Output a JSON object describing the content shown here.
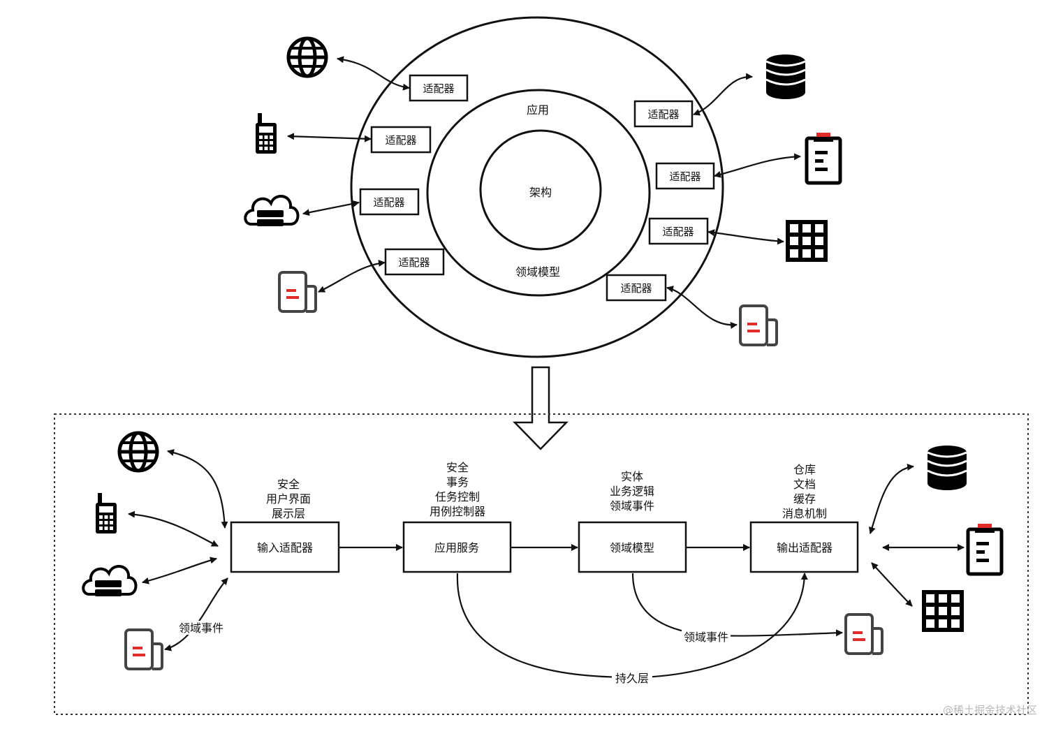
{
  "top": {
    "inner_label": "架构",
    "middle_label": "应用",
    "domain_label": "领域模型",
    "adapter_label": "适配器"
  },
  "bottom": {
    "stages": [
      {
        "box": "输入适配器",
        "notes": [
          "安全",
          "用户界面",
          "展示层"
        ]
      },
      {
        "box": "应用服务",
        "notes": [
          "安全",
          "事务",
          "任务控制",
          "用例控制器"
        ]
      },
      {
        "box": "领域模型",
        "notes": [
          "实体",
          "业务逻辑",
          "领域事件"
        ]
      },
      {
        "box": "输出适配器",
        "notes": [
          "仓库",
          "文档",
          "缓存",
          "消息机制"
        ]
      }
    ],
    "left_event_label": "领域事件",
    "middle_event_label": "领域事件",
    "persistence_label": "持久层"
  },
  "icons": {
    "left": [
      "globe-icon",
      "mobile-phone-icon",
      "cloud-server-icon",
      "message-device-icon"
    ],
    "right": [
      "database-icon",
      "clipboard-icon",
      "grid-icon",
      "message-device-icon"
    ]
  },
  "colors": {
    "stroke": "#111111",
    "accent": "#e02b2b",
    "watermark": "#b8b8b8"
  },
  "watermark": "@稀土掘金技术社区"
}
